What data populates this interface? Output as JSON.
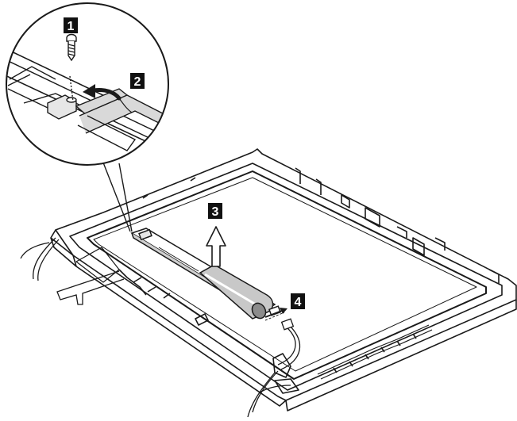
{
  "steps": [
    {
      "label": "1"
    },
    {
      "label": "2"
    },
    {
      "label": "3"
    },
    {
      "label": "4"
    }
  ],
  "colors": {
    "stroke": "#1a1a1a",
    "badge_bg": "#111111",
    "badge_text": "#ffffff",
    "shade": "#d9d9d9",
    "shade_dark": "#8c8c8c",
    "paper": "#ffffff"
  },
  "icons": {
    "screw": "screw-icon",
    "rotate_arrow": "curved-arrow-icon",
    "lift_arrow": "up-arrow-icon",
    "unplug_arrow": "right-arrow-icon"
  }
}
